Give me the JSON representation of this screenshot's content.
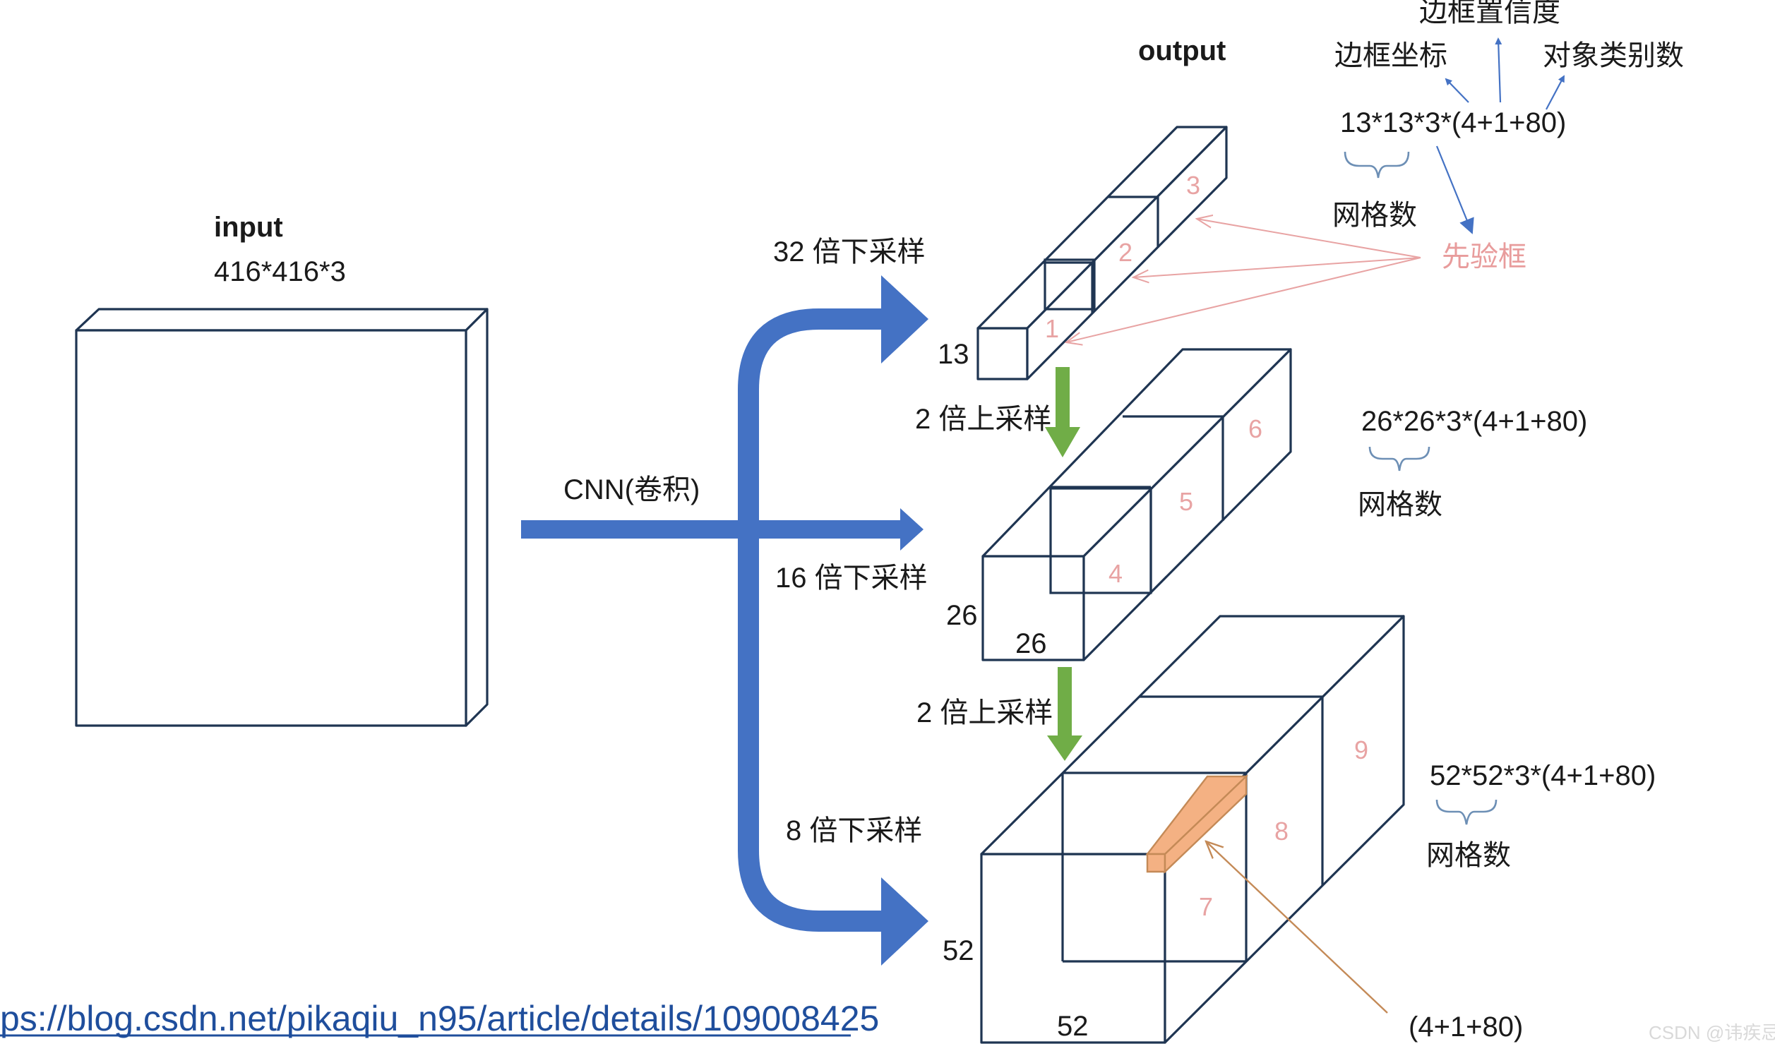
{
  "labels": {
    "input_title": "input",
    "input_size": "416*416*3",
    "cnn": "CNN(卷积)",
    "output_title": "output",
    "down32": "32 倍下采样",
    "down16": "16 倍下采样",
    "down8": "8 倍下采样",
    "up1": "2 倍上采样",
    "up2": "2 倍上采样",
    "dim13": "13",
    "dim26_side": "26",
    "dim26_bottom": "26",
    "dim52_side": "52",
    "dim52_bottom": "52"
  },
  "numbers": [
    "1",
    "2",
    "3",
    "4",
    "5",
    "6",
    "7",
    "8",
    "9"
  ],
  "formulas": {
    "f13": "13*13*3*(4+1+80)",
    "f26": "26*26*3*(4+1+80)",
    "f52": "52*52*3*(4+1+80)",
    "grid1": "网格数",
    "grid2": "网格数",
    "grid3": "网格数",
    "box_conf": "边框置信度",
    "box_coord": "边框坐标",
    "class_count": "对象类别数",
    "prior_box": "先验框",
    "anchor_vec": "(4+1+80)"
  },
  "link": "ps://blog.csdn.net/pikaqiu_n95/article/details/109008425",
  "watermark": "CSDN @讳疾忌医丶",
  "colors": {
    "box_stroke": "#1f3552",
    "blue_arrow": "#4472c4",
    "green_arrow": "#5b8c32",
    "pink": "#e8a3a3",
    "orange": "#f4b183",
    "link": "#1f4e9c"
  }
}
